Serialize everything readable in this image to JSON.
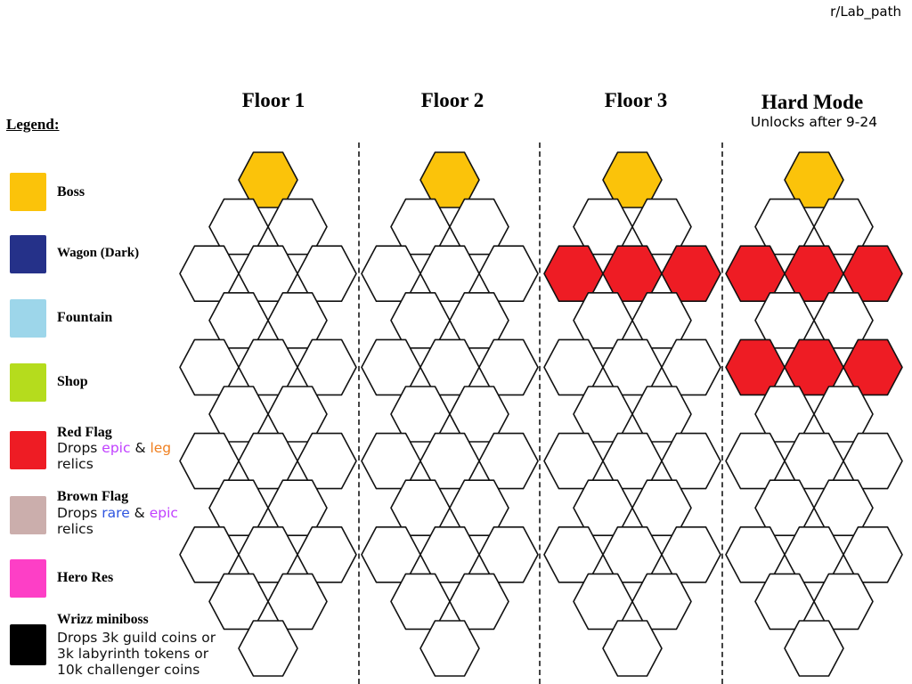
{
  "credit": "r/Lab_path",
  "legend": {
    "title": "Legend:",
    "items": [
      {
        "label": "Boss",
        "color": "#FBC30A"
      },
      {
        "label": "Wagon (Dark)",
        "color": "#253189"
      },
      {
        "label": "Fountain",
        "color": "#9DD6EA"
      },
      {
        "label": "Shop",
        "color": "#B5DC1D"
      },
      {
        "label": "Red Flag",
        "color": "#EE1C24",
        "desc": {
          "prefix": "Drops ",
          "a": "epic",
          "mid": " & ",
          "b": "leg",
          "line2": "relics"
        }
      },
      {
        "label": "Brown Flag",
        "color": "#CBAEAC",
        "desc": {
          "prefix": "Drops ",
          "a": "rare",
          "mid": " & ",
          "b": "epic",
          "line2": "relics"
        }
      },
      {
        "label": "Hero Res",
        "color": "#FD3FC6"
      },
      {
        "label": "Wrizz miniboss",
        "color": "#000000",
        "desc_lines": [
          "Drops 3k guild coins or",
          "3k labyrinth tokens or",
          "10k challenger coins"
        ]
      }
    ],
    "text_colors": {
      "epic": "#C040FF",
      "leg": "#F08020",
      "rare": "#2E55E0"
    }
  },
  "floors": [
    {
      "title": "Floor 1",
      "subtitle": ""
    },
    {
      "title": "Floor 2",
      "subtitle": ""
    },
    {
      "title": "Floor 3",
      "subtitle": ""
    },
    {
      "title": "Hard Mode",
      "subtitle": "Unlocks after 9-24"
    }
  ],
  "grid": {
    "row_pattern": [
      1,
      2,
      3,
      2,
      3,
      2,
      3,
      2,
      3,
      2,
      1
    ],
    "colors": {
      "empty": "#FFFFFF",
      "boss": "#FBC30A",
      "red": "#EE1C24"
    },
    "cells": [
      {
        "boss_rows": [
          0
        ],
        "red_rows": []
      },
      {
        "boss_rows": [
          0
        ],
        "red_rows": []
      },
      {
        "boss_rows": [
          0
        ],
        "red_rows": [
          2
        ]
      },
      {
        "boss_rows": [
          0
        ],
        "red_rows": [
          2,
          4
        ]
      }
    ]
  }
}
